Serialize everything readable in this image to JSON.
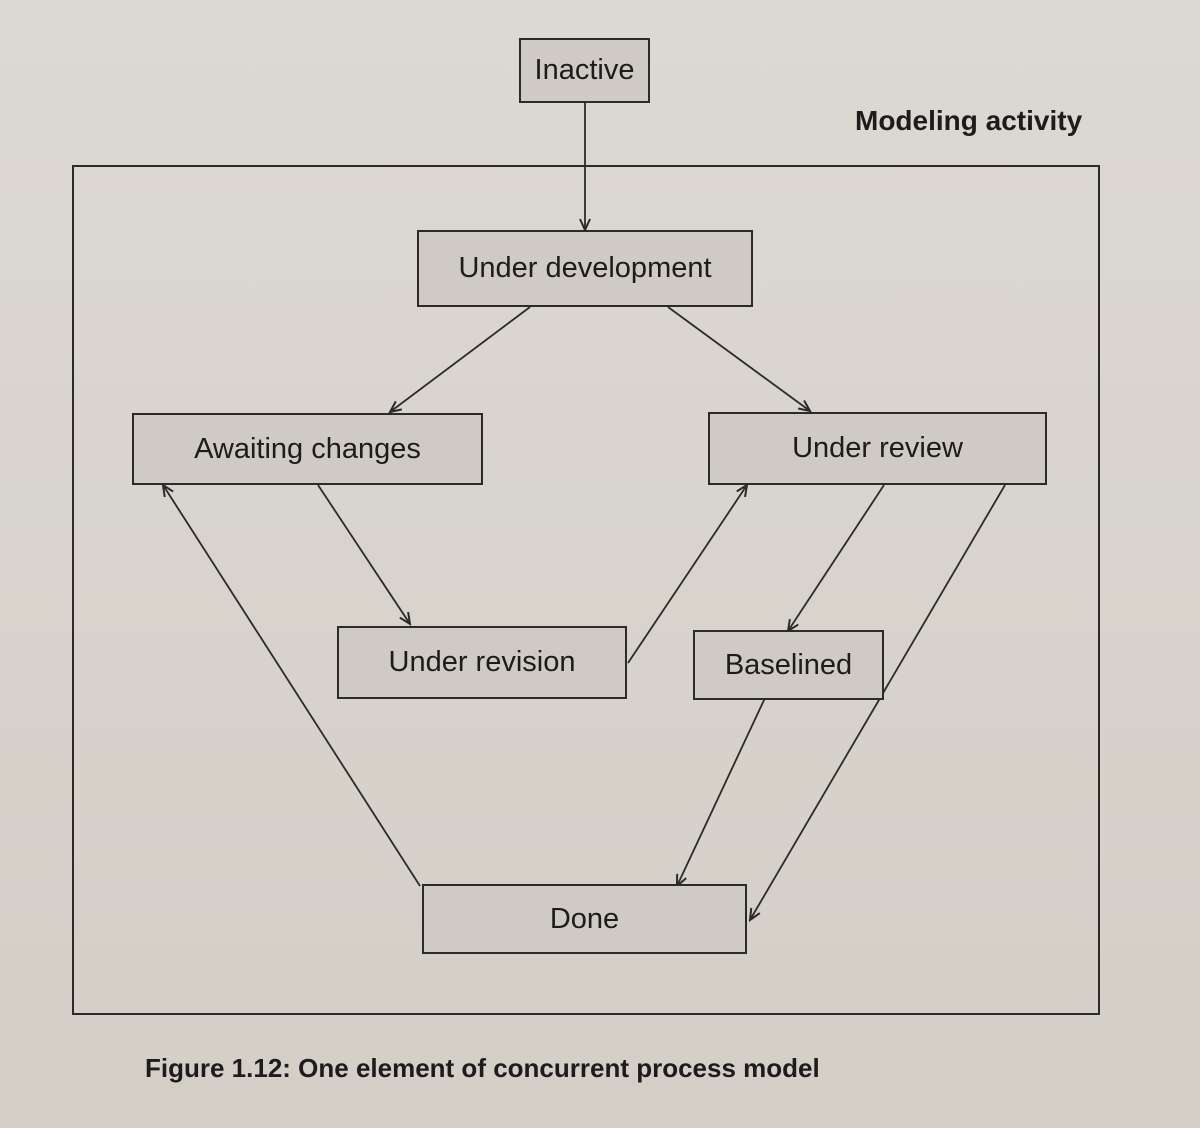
{
  "diagram": {
    "activity_label": "Modeling activity",
    "states": {
      "inactive": "Inactive",
      "under_development": "Under development",
      "awaiting_changes": "Awaiting changes",
      "under_review": "Under review",
      "under_revision": "Under revision",
      "baselined": "Baselined",
      "done": "Done"
    },
    "transitions": [
      {
        "from": "Inactive",
        "to": "Under development"
      },
      {
        "from": "Under development",
        "to": "Awaiting changes"
      },
      {
        "from": "Under development",
        "to": "Under review"
      },
      {
        "from": "Awaiting changes",
        "to": "Under revision"
      },
      {
        "from": "Under revision",
        "to": "Under review"
      },
      {
        "from": "Under review",
        "to": "Baselined"
      },
      {
        "from": "Under review",
        "to": "Done"
      },
      {
        "from": "Baselined",
        "to": "Done"
      },
      {
        "from": "Done",
        "to": "Awaiting changes"
      }
    ],
    "caption": "Figure 1.12: One element of concurrent process model"
  }
}
